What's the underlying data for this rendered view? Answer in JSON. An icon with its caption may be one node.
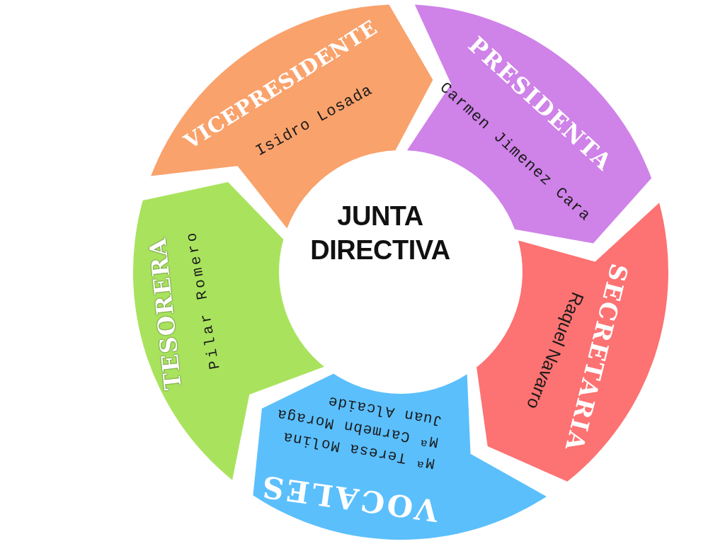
{
  "diagram": {
    "title": "JUNTA DIRECTIVA",
    "nodes": [
      {
        "text": [
          "VICEPRESIDENTE",
          "Isidro Losada"
        ]
      },
      {
        "text": [
          "PRESIDENTA",
          "Carmen Jimenez Cara"
        ]
      },
      {
        "text": [
          "SECRETARIA",
          "Raquel Navarro"
        ]
      },
      {
        "text": [
          "VOCALES",
          "Mª Teresa Molina",
          "Mª Carmebn Moraga",
          "Juan Alcaide"
        ]
      },
      {
        "text": [
          "TESORERA",
          "Pilar Romero"
        ]
      }
    ]
  }
}
